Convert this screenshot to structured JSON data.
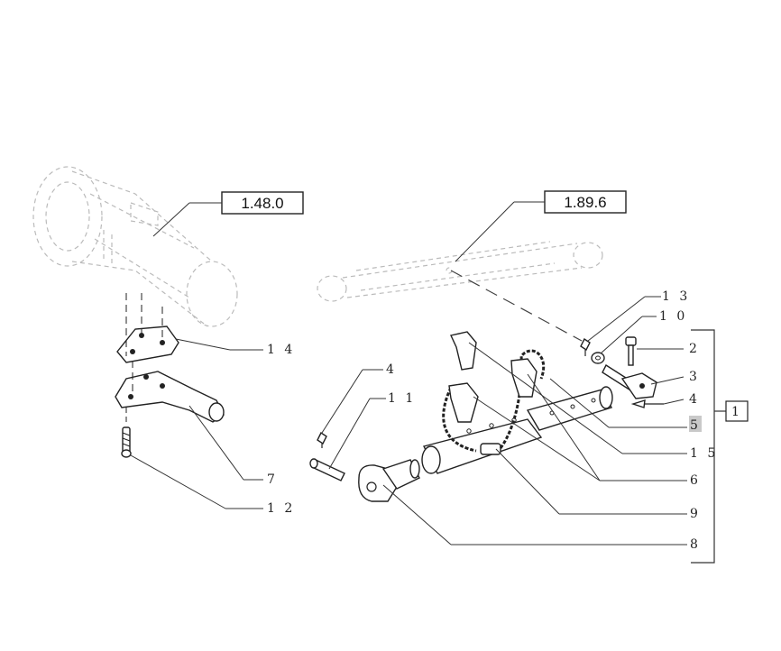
{
  "references": {
    "left": "1.48.0",
    "right": "1.89.6"
  },
  "callouts": {
    "c13": "1 3",
    "c10": "1 0",
    "c2": "2",
    "c3": "3",
    "c4_right": "4",
    "c5": "5",
    "c15": "1 5",
    "c6": "6",
    "c9": "9",
    "c8": "8",
    "c14": "1 4",
    "c7": "7",
    "c12": "1 2",
    "c4_mid": "4",
    "c11": "1 1",
    "assembly": "1"
  },
  "colors": {
    "ink": "#222222",
    "ghost": "#bbbbbb",
    "highlight": "#c9c9c9"
  }
}
